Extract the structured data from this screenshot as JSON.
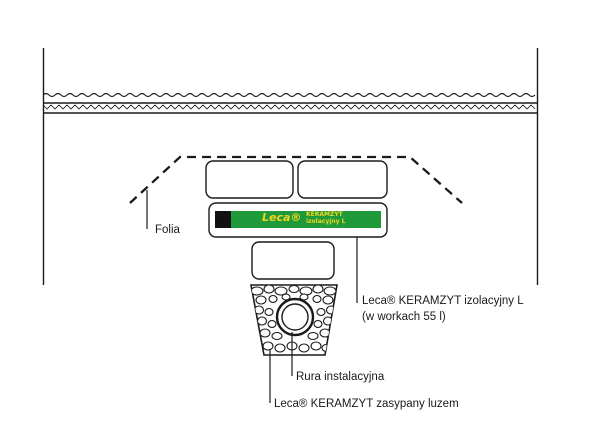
{
  "labels": {
    "folia": "Folia",
    "leca_bag_line1": "Leca® KERAMZYT izolacyjny L",
    "leca_bag_line2": "(w workach 55 l)",
    "rura": "Rura instalacyjna",
    "leca_loose": "Leca® KERAMZYT zasypany luzem"
  },
  "bag": {
    "brand": "Leca®",
    "product_line1": "KERAMZYT",
    "product_line2": "izolacyjny L"
  },
  "colors": {
    "line": "#1a1a1a",
    "bag_green": "#1f9a3a",
    "bag_black": "#111111",
    "bag_yellow": "#f1d51c"
  }
}
